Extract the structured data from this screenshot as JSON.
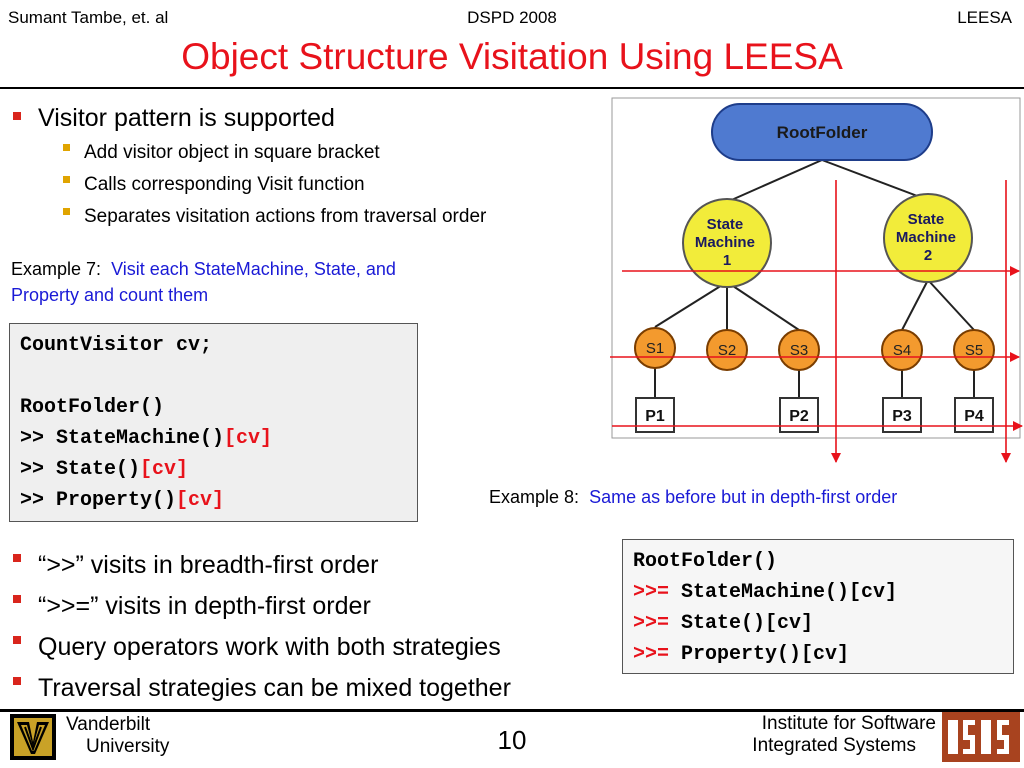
{
  "header": {
    "left": "Sumant Tambe, et. al",
    "center": "DSPD 2008",
    "right": "LEESA"
  },
  "title": "Object Structure Visitation Using LEESA",
  "top_bullets": {
    "main": "Visitor pattern is  supported",
    "subs": [
      "Add visitor object in square bracket",
      "Calls corresponding Visit function",
      "Separates visitation actions from traversal order"
    ]
  },
  "example7": {
    "label": "Example 7:",
    "desc_line1": "Visit each StateMachine, State, and",
    "desc_line2": "Property and count them"
  },
  "code1": {
    "line1": "CountVisitor cv;",
    "line2": "RootFolder()",
    "line3_op": ">> StateMachine()",
    "line3_br": "[cv]",
    "line4_op": ">> State()",
    "line4_br": "[cv]",
    "line5_op": ">> Property()",
    "line5_br": "[cv]"
  },
  "diagram": {
    "root": "RootFolder",
    "sm1_line1": "State",
    "sm1_line2": "Machine",
    "sm1_line3": "1",
    "sm2_line1": "State",
    "sm2_line2": "Machine",
    "sm2_line3": "2",
    "states": [
      "S1",
      "S2",
      "S3",
      "S4",
      "S5"
    ],
    "properties": [
      "P1",
      "P2",
      "P3",
      "P4"
    ]
  },
  "example8": {
    "label": "Example 8:",
    "desc": "Same as before but in depth-first order"
  },
  "code2": {
    "line1": "RootFolder()",
    "line2_op": ">>=",
    "line2_rest": " StateMachine()[cv]",
    "line3_op": ">>=",
    "line3_rest": " State()[cv]",
    "line4_op": ">>=",
    "line4_rest": " Property()[cv]"
  },
  "bottom_bullets": [
    "“>>” visits in breadth-first order",
    "“>>=” visits in depth-first order",
    "Query operators work with both strategies",
    "Traversal strategies can be mixed together"
  ],
  "footer": {
    "vu_line1": "Vanderbilt",
    "vu_line2": "University",
    "page": "10",
    "isis_line1": "Institute for Software",
    "isis_line2": "Integrated Systems"
  },
  "colors": {
    "title": "#e8121b",
    "accent_blue": "#1a1ad6",
    "root_fill": "#4f7ad0",
    "sm_fill": "#f2ec3a",
    "state_fill": "#f39a2e",
    "arrow": "#e8121b"
  }
}
